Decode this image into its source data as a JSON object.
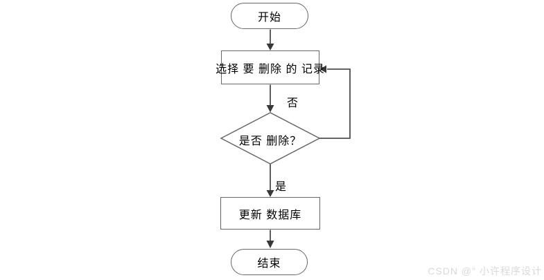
{
  "flowchart": {
    "title_implicit": "删除记录流程图",
    "nodes": {
      "start": {
        "type": "terminator",
        "label": "开始"
      },
      "select": {
        "type": "process",
        "label": "选择 要 删除 的 记录"
      },
      "decision": {
        "type": "decision",
        "label": "是否 删除？"
      },
      "update": {
        "type": "process",
        "label": "更新 数据库"
      },
      "end": {
        "type": "terminator",
        "label": "结束"
      }
    },
    "edges": {
      "no_label": "否",
      "yes_label": "是"
    }
  },
  "watermark": {
    "text": "CSDN @\" 小许程序设计",
    "color": "#d9d9d9"
  },
  "colors": {
    "background": "#ffffff",
    "shape_border": "#666666",
    "connector": "#4d4d4d",
    "arrowhead": "#383838",
    "text": "#000000"
  }
}
